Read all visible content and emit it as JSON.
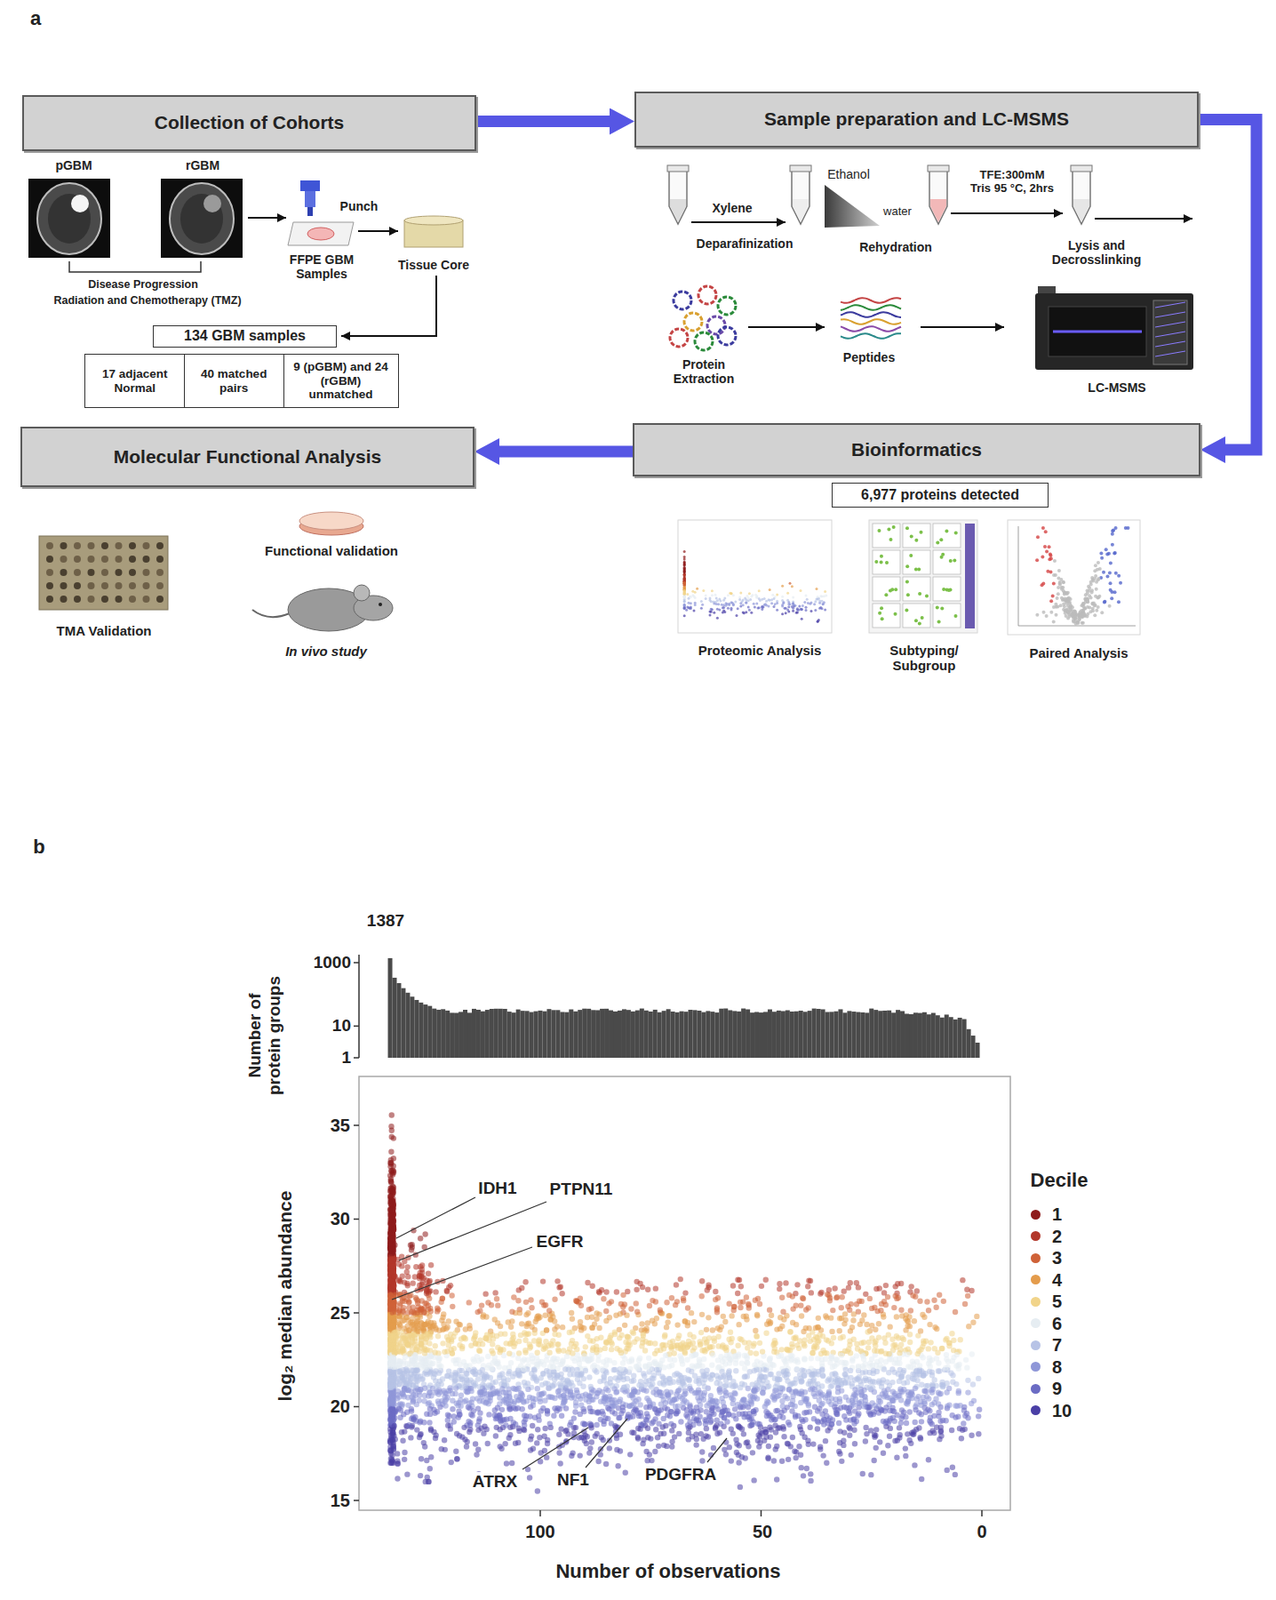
{
  "diagram": {
    "nodes": [
      {
        "text": [
          "Collection of Cohorts"
        ]
      },
      {
        "text": [
          "Sample preparation and LC-MSMS"
        ]
      },
      {
        "text": [
          "134 GBM samples"
        ]
      },
      {
        "text": [
          "17 adjacent Normal"
        ]
      },
      {
        "text": [
          "40 matched pairs"
        ]
      },
      {
        "text": [
          "9 (pGBM) and 24 (rGBM) unmatched"
        ]
      },
      {
        "text": [
          "Molecular Functional Analysis"
        ]
      },
      {
        "text": [
          "Bioinformatics"
        ]
      },
      {
        "text": [
          "6,977 proteins detected"
        ]
      }
    ],
    "edges": [
      {
        "from": 0,
        "to": 1,
        "arrow": "to"
      },
      {
        "from": 1,
        "to": 7,
        "arrow": "to"
      },
      {
        "from": 7,
        "to": 6,
        "arrow": "to"
      }
    ],
    "labels": [
      "a",
      "pGBM",
      "rGBM",
      "Punch",
      "FFPE GBM Samples",
      "Tissue Core",
      "Disease Progression",
      "Radiation and Chemotherapy (TMZ)",
      "Ethanol",
      "Xylene",
      "TFE:300mM Tris 95 °C, 2hrs",
      "water",
      "Deparafinization",
      "Rehydration",
      "Lysis and Decrosslinking",
      "Protein Extraction",
      "Peptides",
      "LC-MSMS",
      "Proteomic Analysis",
      "Subtyping/ Subgroup",
      "Paired Analysis",
      "TMA Validation",
      "Functional validation",
      "In vivo study",
      "b",
      "1387",
      "Number of protein groups",
      "1000",
      "10",
      "1",
      "log₂ median abundance",
      "35",
      "30",
      "25",
      "20",
      "15",
      "IDH1",
      "PTPN11",
      "EGFR",
      "ATRX",
      "NF1",
      "PDGFRA",
      "100",
      "50",
      "0",
      "Number of observations",
      "Decile"
    ],
    "legend": [
      {
        "text": "1",
        "color": "#8e1b1b"
      },
      {
        "text": "2",
        "color": "#b2372a"
      },
      {
        "text": "3",
        "color": "#cf6238"
      },
      {
        "text": "4",
        "color": "#e49c4c"
      },
      {
        "text": "5",
        "color": "#f1d48a"
      },
      {
        "text": "6",
        "color": "#e6edf2"
      },
      {
        "text": "7",
        "color": "#b7c3e6"
      },
      {
        "text": "8",
        "color": "#8f97d8"
      },
      {
        "text": "9",
        "color": "#6b6cc4"
      },
      {
        "text": "10",
        "color": "#4a3fa6"
      }
    ]
  }
}
